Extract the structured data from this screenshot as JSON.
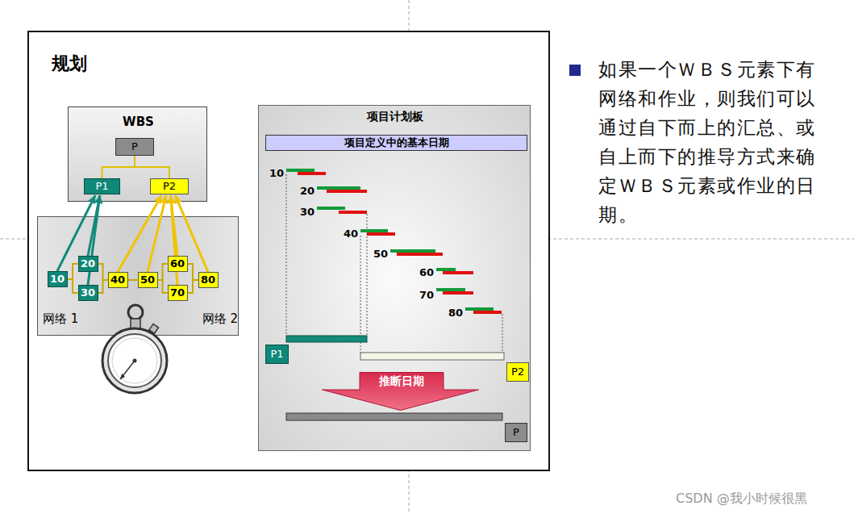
{
  "diagram": {
    "nodes": [
      {
        "text": [
          "规划"
        ]
      },
      {
        "text": [
          "WBS"
        ],
        "in": 0
      },
      {
        "text": [
          "P"
        ],
        "in": 1
      },
      {
        "text": [
          "P1"
        ],
        "in": 1
      },
      {
        "text": [
          "P2"
        ],
        "in": 1
      },
      {
        "text": [
          "网络 1",
          "网络 2"
        ],
        "in": 0
      },
      {
        "text": [
          "10"
        ],
        "in": 5
      },
      {
        "text": [
          "20"
        ],
        "in": 5
      },
      {
        "text": [
          "30"
        ],
        "in": 5
      },
      {
        "text": [
          "40"
        ],
        "in": 5
      },
      {
        "text": [
          "50"
        ],
        "in": 5
      },
      {
        "text": [
          "60"
        ],
        "in": 5
      },
      {
        "text": [
          "70"
        ],
        "in": 5
      },
      {
        "text": [
          "80"
        ],
        "in": 5
      },
      {
        "text": [
          "项目计划板"
        ],
        "in": 0
      },
      {
        "text": [
          "项目定义中的基本日期"
        ],
        "in": 14
      },
      {
        "text": [
          "P1"
        ],
        "in": 14
      },
      {
        "text": [
          "P2"
        ],
        "in": 14
      },
      {
        "text": [
          "推断日期"
        ],
        "in": 14
      },
      {
        "text": [
          "P"
        ],
        "in": 14
      }
    ],
    "edges": [
      {
        "from": 2,
        "to": 3,
        "arrow": "none"
      },
      {
        "from": 2,
        "to": 4,
        "arrow": "none"
      },
      {
        "from": 6,
        "to": 3,
        "arrow": "to"
      },
      {
        "from": 7,
        "to": 3,
        "arrow": "to"
      },
      {
        "from": 8,
        "to": 3,
        "arrow": "to"
      },
      {
        "from": 9,
        "to": 4,
        "arrow": "to"
      },
      {
        "from": 10,
        "to": 4,
        "arrow": "to"
      },
      {
        "from": 11,
        "to": 4,
        "arrow": "to"
      },
      {
        "from": 12,
        "to": 4,
        "arrow": "to"
      },
      {
        "from": 13,
        "to": 4,
        "arrow": "to"
      },
      {
        "from": 6,
        "to": 7,
        "arrow": "none"
      },
      {
        "from": 6,
        "to": 8,
        "arrow": "none"
      },
      {
        "from": 7,
        "to": 9,
        "arrow": "none"
      },
      {
        "from": 8,
        "to": 9,
        "arrow": "none"
      },
      {
        "from": 9,
        "to": 10,
        "arrow": "none"
      },
      {
        "from": 10,
        "to": 11,
        "arrow": "none"
      },
      {
        "from": 10,
        "to": 12,
        "arrow": "none"
      },
      {
        "from": 11,
        "to": 13,
        "arrow": "none"
      },
      {
        "from": 12,
        "to": 13,
        "arrow": "none"
      }
    ],
    "labels": [
      "10",
      "20",
      "30",
      "40",
      "50",
      "60",
      "70",
      "80",
      "如果一个ＷＢＳ元素下有网络和作业，则我们可以通过自下而上的汇总、或自上而下的推导方式来确定ＷＢＳ元素或作业的日期。",
      "CSDN @我小时候很黑"
    ]
  }
}
